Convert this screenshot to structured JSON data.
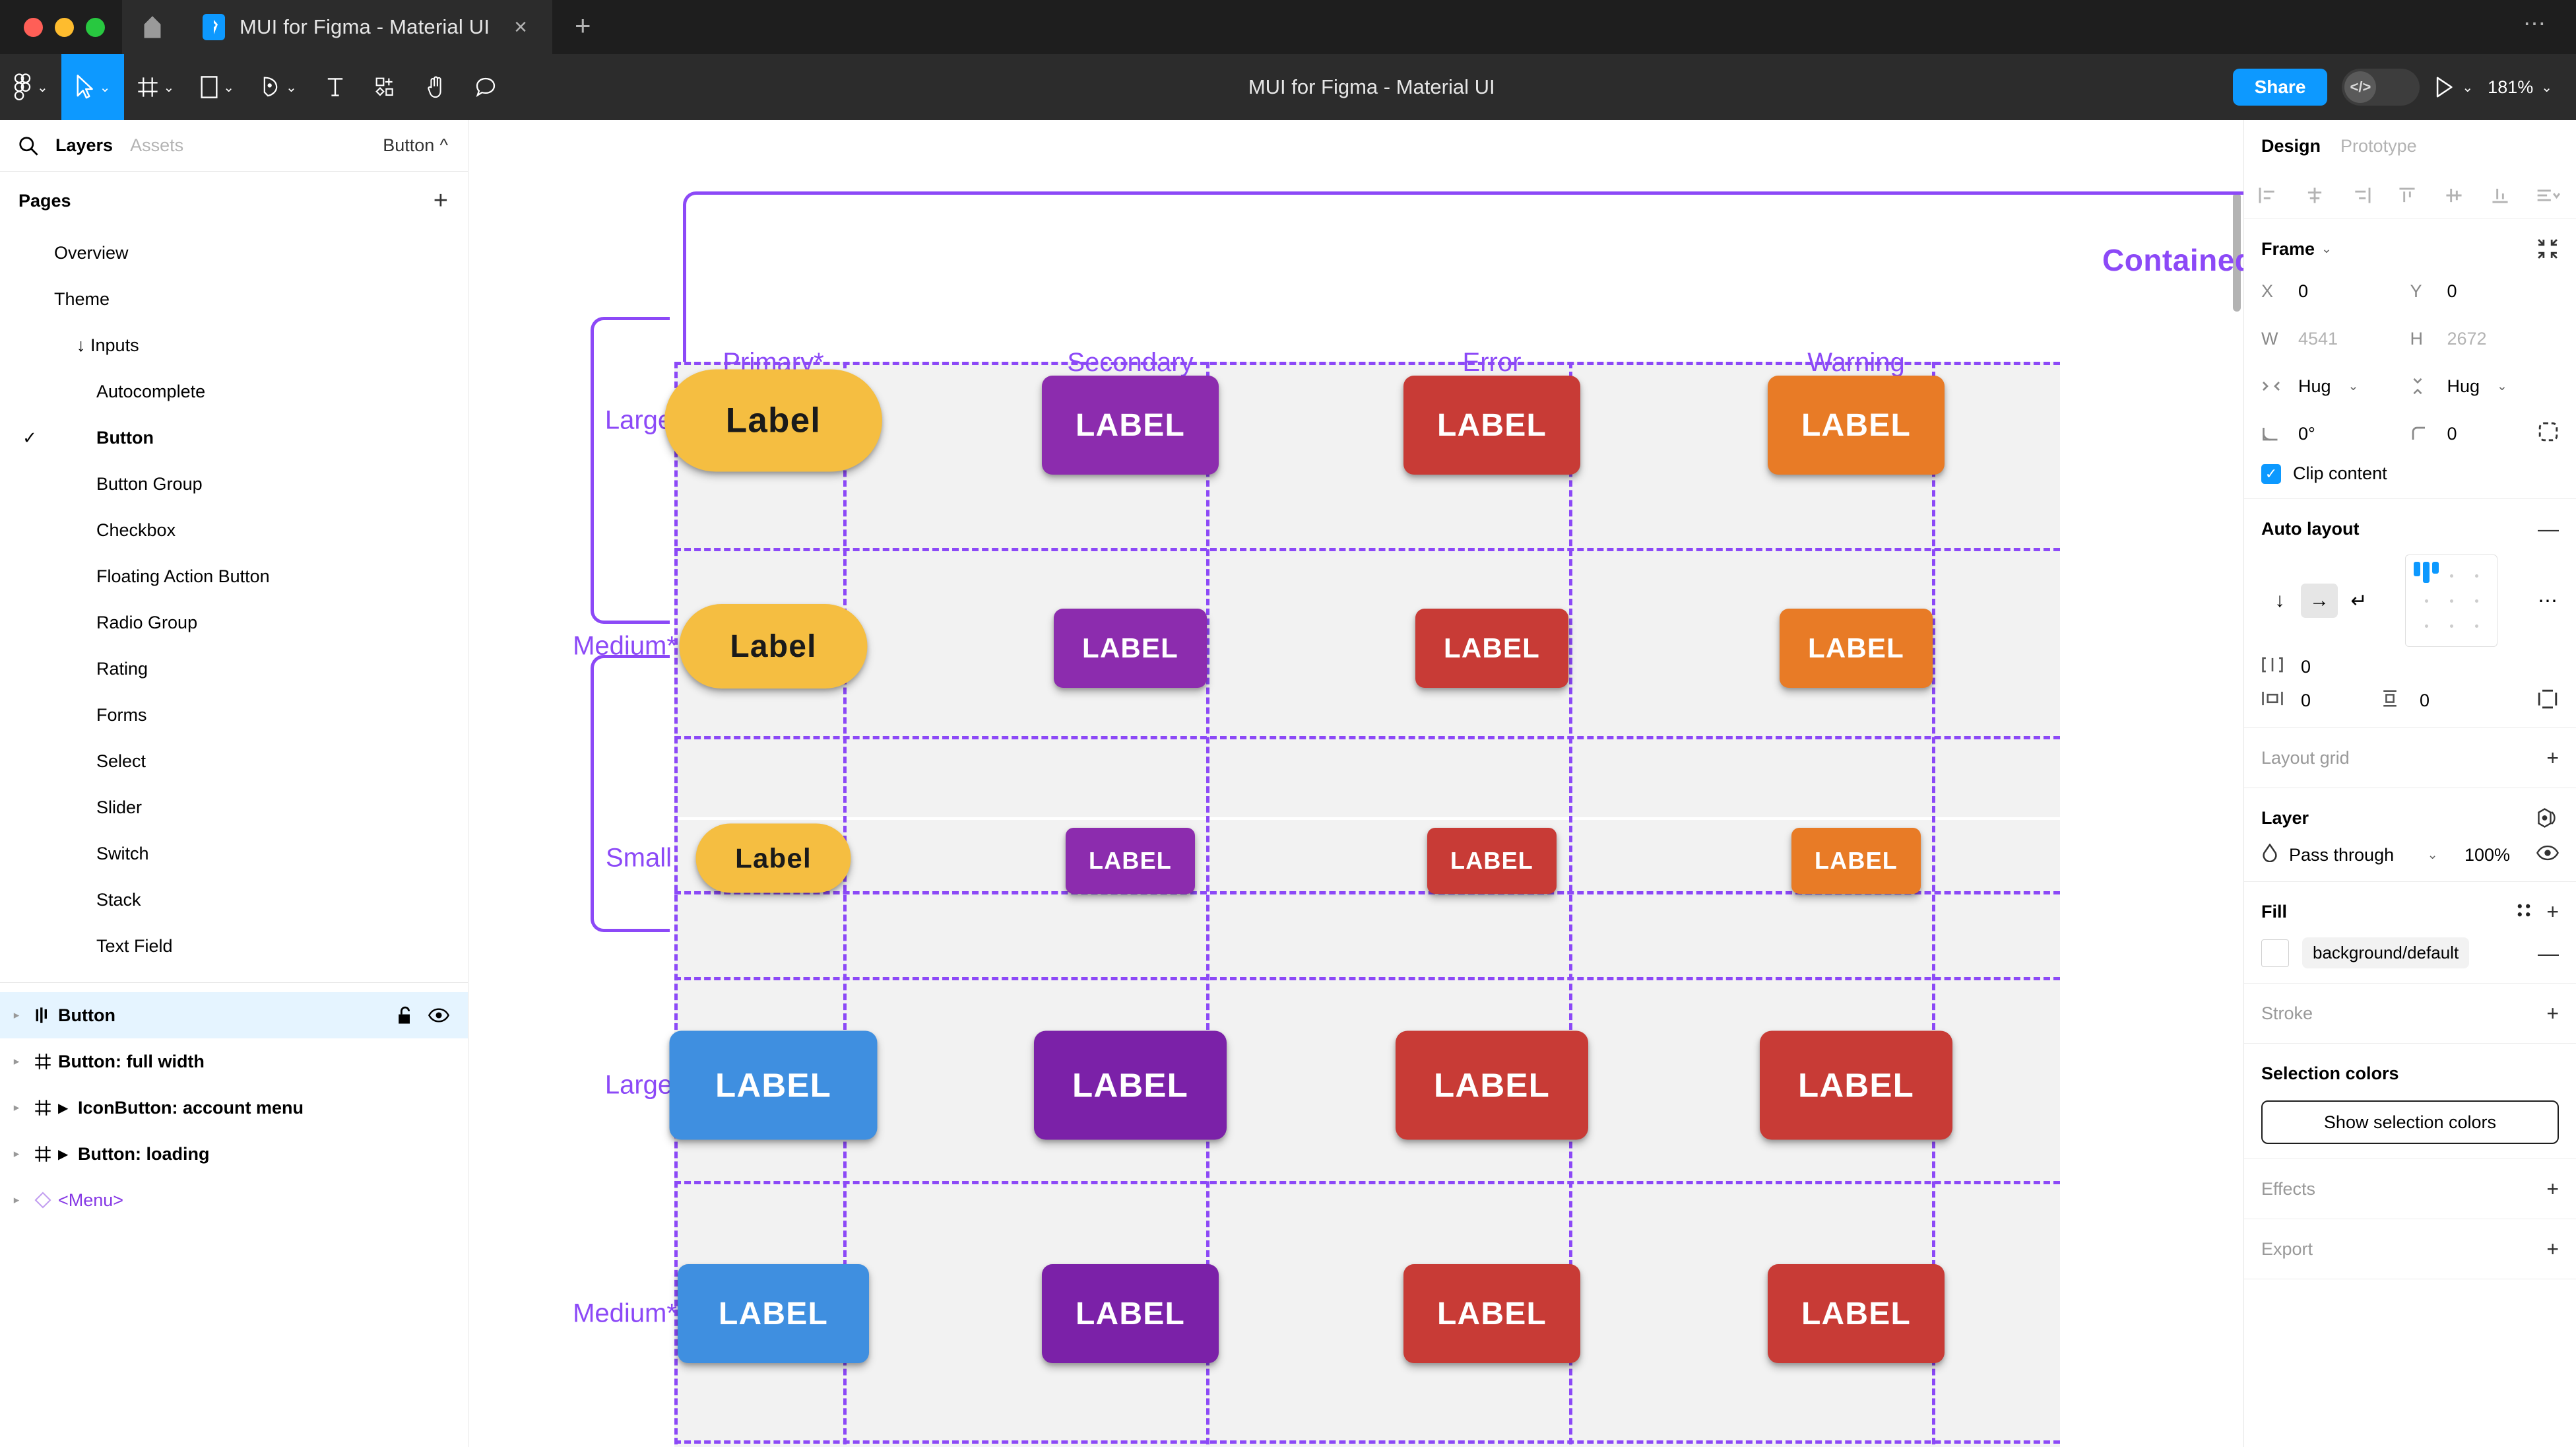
{
  "window": {
    "tab_title": "MUI for Figma - Material UI",
    "close_label": "×",
    "newtab_label": "+",
    "menu_label": "⋯"
  },
  "toolbar": {
    "file_title": "MUI for Figma - Material UI",
    "share_label": "Share",
    "dev_mode_label": "</>",
    "zoom_label": "181%",
    "caret": "⌄"
  },
  "left_panel": {
    "tabs": [
      {
        "label": "Layers",
        "active": true
      },
      {
        "label": "Assets",
        "active": false
      }
    ],
    "page_selector": "Button",
    "page_selector_caret": "^",
    "pages_title": "Pages",
    "pages_add": "+",
    "pages": [
      {
        "label": "Overview",
        "checked": false,
        "indent": 1,
        "prefix": ""
      },
      {
        "label": "Theme",
        "checked": false,
        "indent": 1,
        "prefix": ""
      },
      {
        "label": "Inputs",
        "checked": false,
        "indent": 1,
        "prefix": "↓"
      },
      {
        "label": "Autocomplete",
        "checked": false,
        "indent": 2,
        "prefix": ""
      },
      {
        "label": "Button",
        "checked": true,
        "indent": 2,
        "prefix": ""
      },
      {
        "label": "Button Group",
        "checked": false,
        "indent": 2,
        "prefix": ""
      },
      {
        "label": "Checkbox",
        "checked": false,
        "indent": 2,
        "prefix": ""
      },
      {
        "label": "Floating Action Button",
        "checked": false,
        "indent": 2,
        "prefix": ""
      },
      {
        "label": "Radio Group",
        "checked": false,
        "indent": 2,
        "prefix": ""
      },
      {
        "label": "Rating",
        "checked": false,
        "indent": 2,
        "prefix": ""
      },
      {
        "label": "Forms",
        "checked": false,
        "indent": 2,
        "prefix": ""
      },
      {
        "label": "Select",
        "checked": false,
        "indent": 2,
        "prefix": ""
      },
      {
        "label": "Slider",
        "checked": false,
        "indent": 2,
        "prefix": ""
      },
      {
        "label": "Switch",
        "checked": false,
        "indent": 2,
        "prefix": ""
      },
      {
        "label": "Stack",
        "checked": false,
        "indent": 2,
        "prefix": ""
      },
      {
        "label": "Text Field",
        "checked": false,
        "indent": 2,
        "prefix": ""
      }
    ],
    "layers": [
      {
        "label": "Button",
        "icon": "component-set-icon",
        "selected": true,
        "expandable": true,
        "arrow": "",
        "type": "frame",
        "lock": "unlocked",
        "visible": true
      },
      {
        "label": "Button: full width",
        "icon": "frame-icon",
        "selected": false,
        "expandable": true,
        "arrow": "",
        "type": "frame"
      },
      {
        "label": "IconButton: account menu",
        "icon": "frame-icon",
        "selected": false,
        "expandable": true,
        "arrow": "▶",
        "type": "frame"
      },
      {
        "label": "Button: loading",
        "icon": "frame-icon",
        "selected": false,
        "expandable": true,
        "arrow": "▶",
        "type": "frame"
      },
      {
        "label": "<Menu>",
        "icon": "component-icon",
        "selected": false,
        "expandable": true,
        "arrow": "",
        "type": "component"
      }
    ]
  },
  "canvas": {
    "section_title": "Contained",
    "columns": [
      "Primary*",
      "Secondary",
      "Error",
      "Warning"
    ],
    "groups": [
      {
        "rows": [
          "Large",
          "Medium*",
          "Small"
        ]
      },
      {
        "rows": [
          "Large",
          "Medium*"
        ]
      }
    ],
    "buttons": [
      {
        "label": "Label",
        "color": "#F5BE41",
        "text_color": "#1a1a1a",
        "shape": "pill",
        "size": "large",
        "col": "Primary*",
        "group": 0
      },
      {
        "label": "LABEL",
        "color": "#8C2CAE",
        "text_color": "#ffffff",
        "shape": "rounded",
        "size": "large",
        "col": "Secondary",
        "group": 0
      },
      {
        "label": "LABEL",
        "color": "#C83B36",
        "text_color": "#ffffff",
        "shape": "rounded",
        "size": "large",
        "col": "Error",
        "group": 0
      },
      {
        "label": "LABEL",
        "color": "#E87B26",
        "text_color": "#ffffff",
        "shape": "rounded",
        "size": "large",
        "col": "Warning",
        "group": 0
      },
      {
        "label": "Label",
        "color": "#F5BE41",
        "text_color": "#1a1a1a",
        "shape": "pill",
        "size": "medium",
        "col": "Primary*",
        "group": 0
      },
      {
        "label": "LABEL",
        "color": "#8C2CAE",
        "text_color": "#ffffff",
        "shape": "rounded",
        "size": "medium",
        "col": "Secondary",
        "group": 0
      },
      {
        "label": "LABEL",
        "color": "#C83B36",
        "text_color": "#ffffff",
        "shape": "rounded",
        "size": "medium",
        "col": "Error",
        "group": 0
      },
      {
        "label": "LABEL",
        "color": "#E87B26",
        "text_color": "#ffffff",
        "shape": "rounded",
        "size": "medium",
        "col": "Warning",
        "group": 0
      },
      {
        "label": "Label",
        "color": "#F5BE41",
        "text_color": "#1a1a1a",
        "shape": "pill",
        "size": "small",
        "col": "Primary*",
        "group": 0
      },
      {
        "label": "LABEL",
        "color": "#8C2CAE",
        "text_color": "#ffffff",
        "shape": "rounded",
        "size": "small",
        "col": "Secondary",
        "group": 0
      },
      {
        "label": "LABEL",
        "color": "#C83B36",
        "text_color": "#ffffff",
        "shape": "rounded",
        "size": "small",
        "col": "Error",
        "group": 0
      },
      {
        "label": "LABEL",
        "color": "#E87B26",
        "text_color": "#ffffff",
        "shape": "rounded",
        "size": "small",
        "col": "Warning",
        "group": 0
      },
      {
        "label": "LABEL",
        "color": "#3F8FE0",
        "text_color": "#ffffff",
        "shape": "rounded",
        "size": "large",
        "col": "Primary*",
        "group": 1
      },
      {
        "label": "LABEL",
        "color": "#7B21A8",
        "text_color": "#ffffff",
        "shape": "rounded",
        "size": "large",
        "col": "Secondary",
        "group": 1
      },
      {
        "label": "LABEL",
        "color": "#C83B36",
        "text_color": "#ffffff",
        "shape": "rounded",
        "size": "large",
        "col": "Error",
        "group": 1
      },
      {
        "label": "LABEL",
        "color": "#C83B36",
        "text_color": "#ffffff",
        "shape": "rounded",
        "size": "large",
        "col": "Warning",
        "group": 1
      },
      {
        "label": "LABEL",
        "color": "#3F8FE0",
        "text_color": "#ffffff",
        "shape": "rounded",
        "size": "medium",
        "col": "Primary*",
        "group": 1
      },
      {
        "label": "LABEL",
        "color": "#7B21A8",
        "text_color": "#ffffff",
        "shape": "rounded",
        "size": "medium",
        "col": "Secondary",
        "group": 1
      },
      {
        "label": "LABEL",
        "color": "#C83B36",
        "text_color": "#ffffff",
        "shape": "rounded",
        "size": "medium",
        "col": "Error",
        "group": 1
      },
      {
        "label": "LABEL",
        "color": "#C83B36",
        "text_color": "#ffffff",
        "shape": "rounded",
        "size": "medium",
        "col": "Warning",
        "group": 1
      }
    ]
  },
  "right_panel": {
    "tabs": [
      {
        "label": "Design",
        "active": true
      },
      {
        "label": "Prototype",
        "active": false
      }
    ],
    "frame": {
      "title": "Frame",
      "x_label": "X",
      "x_value": "0",
      "y_label": "Y",
      "y_value": "0",
      "w_label": "W",
      "w_value": "4541",
      "h_label": "H",
      "h_value": "2672",
      "hug_h": "Hug",
      "hug_v": "Hug",
      "rotation": "0°",
      "corner_radius": "0",
      "clip_content_label": "Clip content",
      "clip_content_checked": true
    },
    "auto_layout": {
      "title": "Auto layout",
      "remove": "—",
      "direction": "horizontal",
      "gap": "0",
      "padding_h": "0",
      "padding_v": "0",
      "more": "⋯"
    },
    "layout_grid": {
      "title": "Layout grid",
      "add": "+"
    },
    "layer": {
      "title": "Layer",
      "blend_mode": "Pass through",
      "opacity": "100%"
    },
    "fill": {
      "title": "Fill",
      "add": "+",
      "style_toggle": "∷",
      "items": [
        {
          "token": "background/default",
          "color": "#ffffff",
          "remove": "—"
        }
      ]
    },
    "stroke": {
      "title": "Stroke",
      "add": "+"
    },
    "selection_colors": {
      "title": "Selection colors",
      "button_label": "Show selection colors"
    },
    "effects": {
      "title": "Effects",
      "add": "+"
    },
    "export": {
      "title": "Export",
      "add": "+"
    }
  }
}
